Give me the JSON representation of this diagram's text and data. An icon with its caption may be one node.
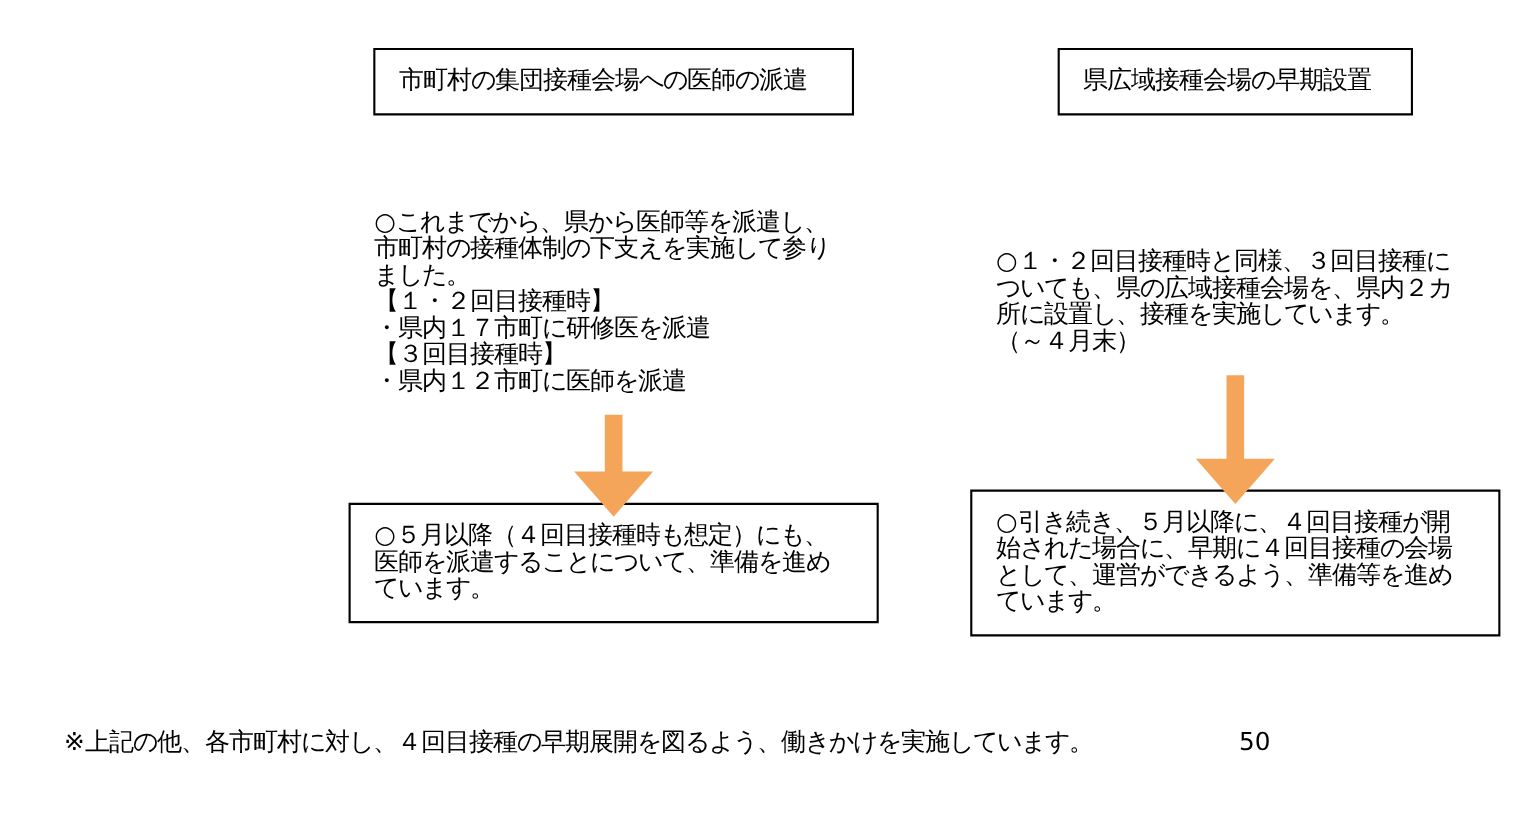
{
  "diagram": {
    "nodes": [
      {
        "text": [
          "市町村の集団接種会場への医師の派遣"
        ]
      },
      {
        "text": [
          "○これまでから、県から医師等を派遣し、市町村の接種体制の下支えを実施して参りました。",
          "【１・２回目接種時】",
          "・県内１７市町に研修医を派遣",
          "【３回目接種時】",
          "・県内１２市町に医師を派遣"
        ]
      },
      {
        "text": [
          "○５月以降（４回目接種時も想定）にも、医師を派遣することについて、準備を進めています。"
        ]
      },
      {
        "text": [
          "県広域接種会場の早期設置"
        ]
      },
      {
        "text": [
          "○１・２回目接種時と同様、３回目接種についても、県の広域接種会場を、県内２カ所に設置し、接種を実施しています。",
          "（～４月末）"
        ]
      },
      {
        "text": [
          "○引き続き、５月以降に、４回目接種が開始された場合に、早期に４回目接種の会場として、運営ができるよう、準備等を進めています。"
        ]
      }
    ],
    "edges": [
      {
        "from": 1,
        "to": 2,
        "arrow": "to",
        "color": "#f5a55a"
      },
      {
        "from": 4,
        "to": 5,
        "arrow": "to",
        "color": "#f5a55a"
      }
    ],
    "labels": [
      "※上記の他、各市町村に対し、４回目接種の早期展開を図るよう、働きかけを実施しています。",
      "50"
    ]
  }
}
